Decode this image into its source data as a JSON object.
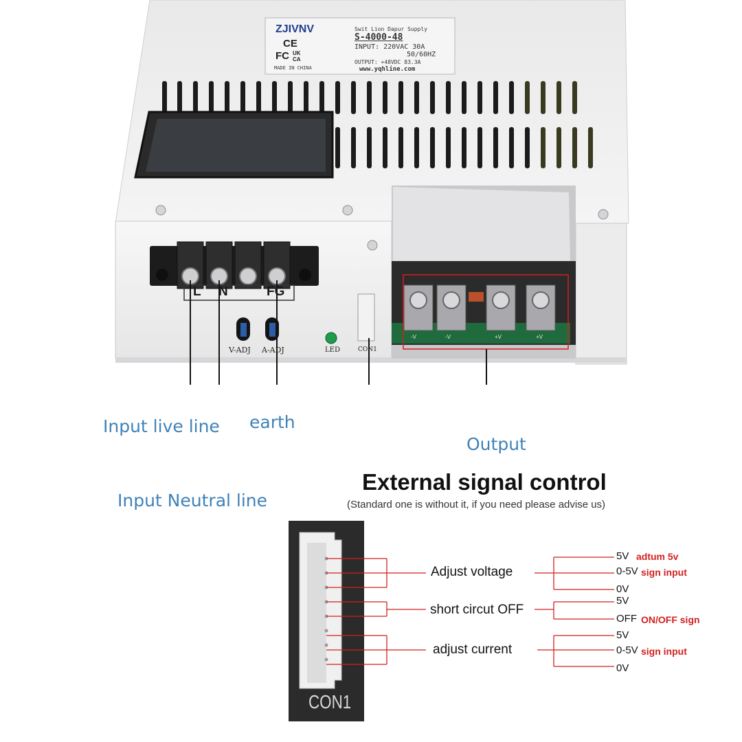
{
  "label": {
    "brand": "ZJIVNV",
    "title": "Swit Lion Dapur Supply",
    "model": "S-4000-48",
    "input": "INPUT: 220VAC 30A",
    "freq": "50/60HZ",
    "output": "OUTPUT: +48VDC 83.3A",
    "ce": "CE",
    "fc": "FC",
    "ukca": "UK CA",
    "made": "MADE IN CHINA",
    "url": "www.yqhline.com"
  },
  "terminals": {
    "l": "L",
    "n": "N",
    "fg": "FG",
    "vadj": "V-ADJ",
    "aadj": "A-ADJ",
    "led": "LED",
    "con": "CON1",
    "out": [
      "-V",
      "-V",
      "+V",
      "+V"
    ]
  },
  "callouts": {
    "live": "Input live line",
    "earth": "earth",
    "output": "Output",
    "neutral": "Input Neutral line"
  },
  "signal": {
    "title": "External signal control",
    "subtitle": "(Standard one is without it, if you need please advise us)",
    "connector": "CON1",
    "controls": [
      "Adjust voltage",
      "short circut OFF",
      "adjust current"
    ],
    "pins": {
      "v5a": "5V",
      "adtum": "adtum 5v",
      "v05a": "0-5V",
      "signa": "sign input",
      "v0a": "0V",
      "v5b": "5V",
      "off": "OFF",
      "onoff": "ON/OFF sign",
      "v5c": "5V",
      "v05c": "0-5V",
      "signc": "sign input",
      "v0c": "0V"
    }
  },
  "colors": {
    "callout": "#3f82b8",
    "highlight": "#d21f1f",
    "pcb": "#1f6b3d"
  }
}
